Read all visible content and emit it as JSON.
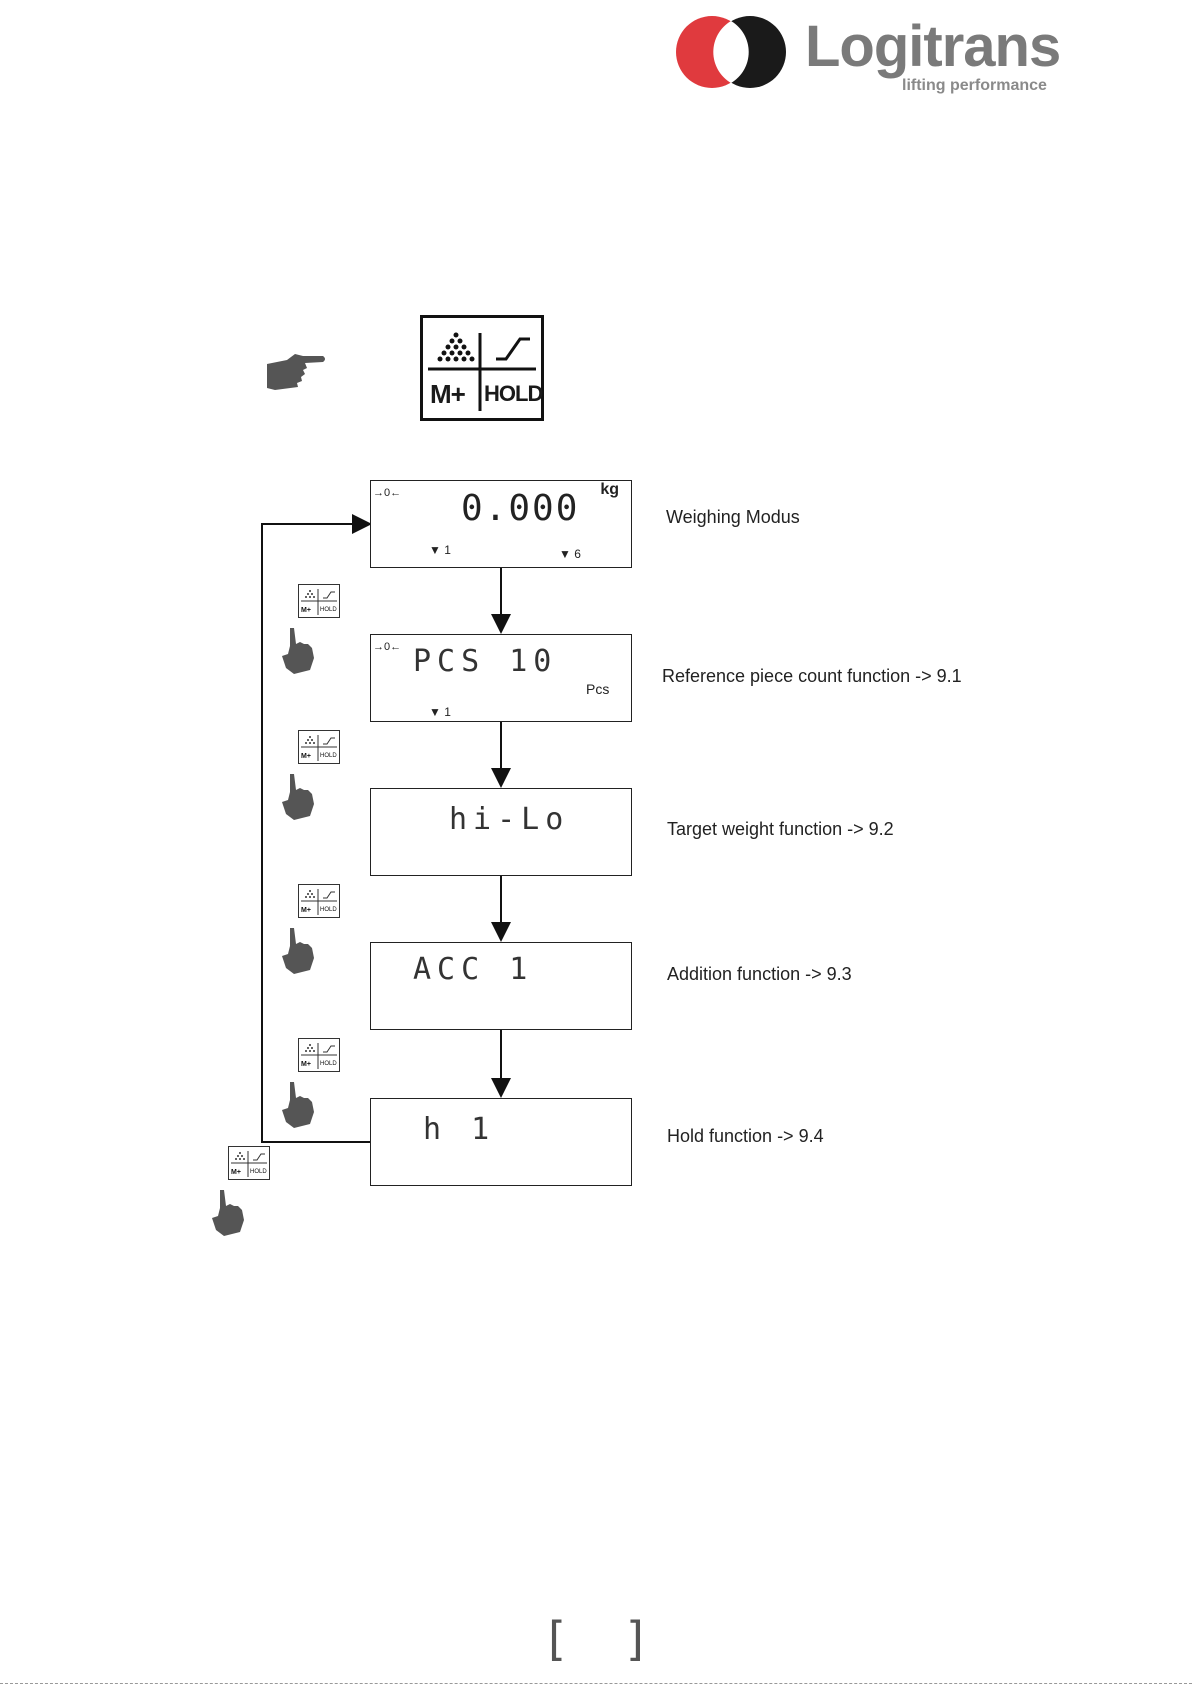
{
  "logo": {
    "wordmark": "Logitrans",
    "tagline": "lifting performance",
    "colors": {
      "red": "#e03a3e",
      "black": "#1a1a1a",
      "gray": "#7a7a7a"
    }
  },
  "key": {
    "label_left": "M+",
    "label_right": "HOLD",
    "pointer_icon": "pointing-hand-icon"
  },
  "flow": {
    "steps": [
      {
        "display": "0.000",
        "unit": "kg",
        "zero": "→0←",
        "marker1": "▼ 1",
        "marker2": "▼ 6",
        "label": "Weighing Modus"
      },
      {
        "display": "PCS 10",
        "unit": "Pcs",
        "zero": "→0←",
        "marker1": "▼ 1",
        "label": "Reference piece count function -> 9.1"
      },
      {
        "display": "hi-Lo",
        "label": "Target weight function -> 9.2"
      },
      {
        "display": "ACC 1",
        "label": "Addition function -> 9.3"
      },
      {
        "display": "h 1",
        "label": "Hold function -> 9.4"
      }
    ],
    "small_key": {
      "left": "M+",
      "right": "HOLD"
    }
  },
  "page_number": {
    "open": "[",
    "close": "]"
  }
}
